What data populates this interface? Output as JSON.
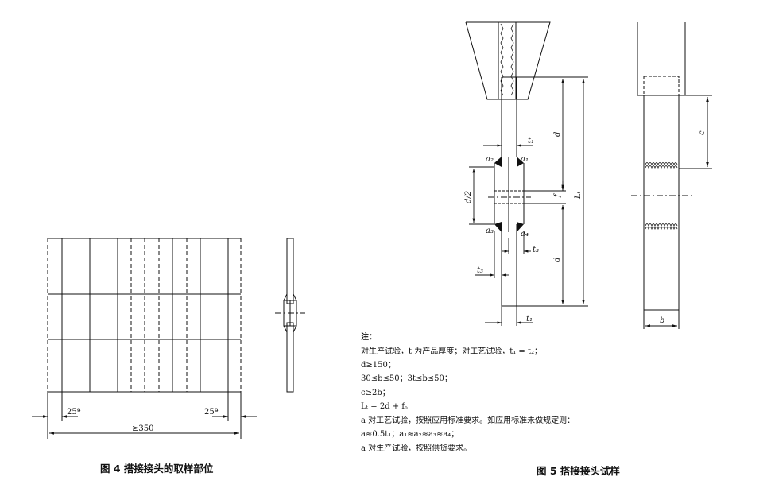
{
  "fig4": {
    "caption": "图 4   搭接接头的取样部位",
    "dim_left": "25ª",
    "dim_right": "25ª",
    "dim_total": "≥350"
  },
  "fig5": {
    "caption": "图 5   搭接接头试样",
    "labels": {
      "t1_top": "t₁",
      "a2": "a₂",
      "a1": "a₁",
      "a3": "a₃",
      "a4": "a₄",
      "t3_right": "t₃",
      "t3_left": "t₃",
      "t1_bottom": "t₁",
      "d_upper": "d",
      "d_lower": "d",
      "f": "f",
      "Lt": "Lₜ",
      "d_half": "d/2",
      "c": "c",
      "b": "b"
    },
    "notes": {
      "title": "注：",
      "lines": [
        "对生产试验，t 为产品厚度；对工艺试验，t₁ = t₂；",
        "d≥150；",
        "30≤b≤50；3t≤b≤50；",
        "c≥2b；",
        "Lₜ = 2d + f。",
        "a 对工艺试验，按照应用标准要求。如应用标准未做规定则：",
        "a≈0.5t₁；a₁≈a₂≈a₃≈a₄；",
        "a 对生产试验，按照供货要求。"
      ]
    }
  }
}
